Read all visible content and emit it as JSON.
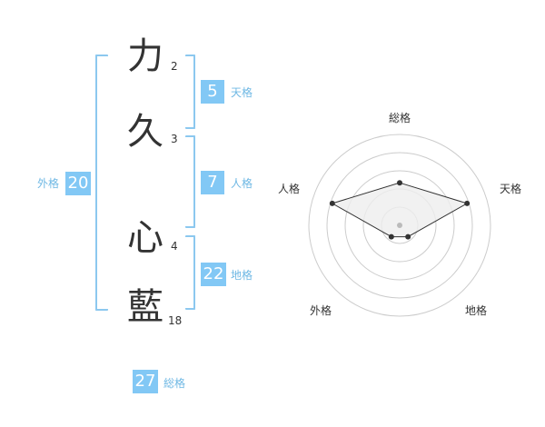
{
  "name": {
    "chars": [
      {
        "char": "力",
        "strokes": "2"
      },
      {
        "char": "久",
        "strokes": "3"
      },
      {
        "char": "心",
        "strokes": "4"
      },
      {
        "char": "藍",
        "strokes": "18"
      }
    ]
  },
  "scores": {
    "tenkaku": {
      "value": "5",
      "label": "天格"
    },
    "jinkaku": {
      "value": "7",
      "label": "人格"
    },
    "chikaku": {
      "value": "22",
      "label": "地格"
    },
    "gaikaku": {
      "value": "20",
      "label": "外格"
    },
    "soukaku": {
      "value": "27",
      "label": "総格"
    }
  },
  "radar": {
    "axes": [
      "総格",
      "天格",
      "地格",
      "外格",
      "人格"
    ],
    "levels": 5,
    "values": [
      3,
      5,
      1,
      1,
      5
    ],
    "max": 5,
    "colors": {
      "fill": "#eeeeee",
      "stroke": "#333333",
      "grid": "#cccccc",
      "center": "#bbbbbb"
    }
  },
  "colors": {
    "accent": "#82c8f5",
    "bracket": "#8cc8ef",
    "label": "#6fb8e4"
  }
}
